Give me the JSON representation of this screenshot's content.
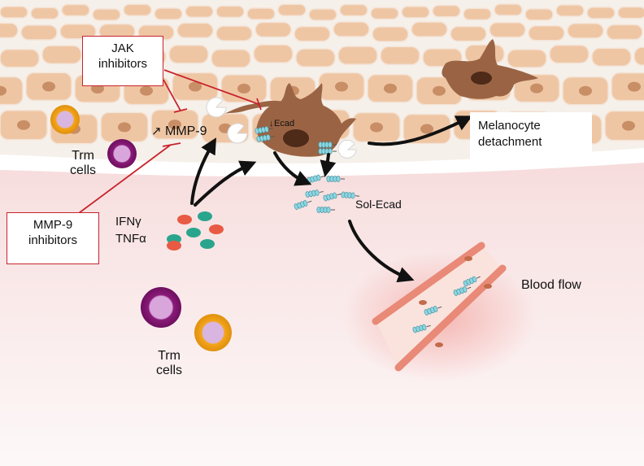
{
  "labels": {
    "jak_inhibitors": "JAK inhibitors",
    "mmp9_inhibitors": "MMP-9 inhibitors",
    "mmp9_arrow": "↗",
    "mmp9": "MMP-9",
    "ecad": "Ecad",
    "ecad_arrow": "↓",
    "trm_cells_top": "Trm cells",
    "trm_cells_bottom": "Trm cells",
    "ifng": "IFNγ",
    "tnfa": "TNFα",
    "sol_ecad": "Sol-Ecad",
    "melanocyte_detachment": "Melanocyte detachment",
    "blood_flow": "Blood flow"
  },
  "colors": {
    "inhibitor_red": "#c8232c",
    "arrow_black": "#111111",
    "skin_cell": "#efc6a4",
    "nucleus": "#c88e66",
    "melanocyte": "#9a6444",
    "trm_purple": "#8a1a78",
    "trm_orange": "#f3a51a",
    "cytokine_red": "#e85a43",
    "cytokine_green": "#2aa58d",
    "ecad_blue": "#8dd6e0",
    "vessel": "#e98977"
  }
}
